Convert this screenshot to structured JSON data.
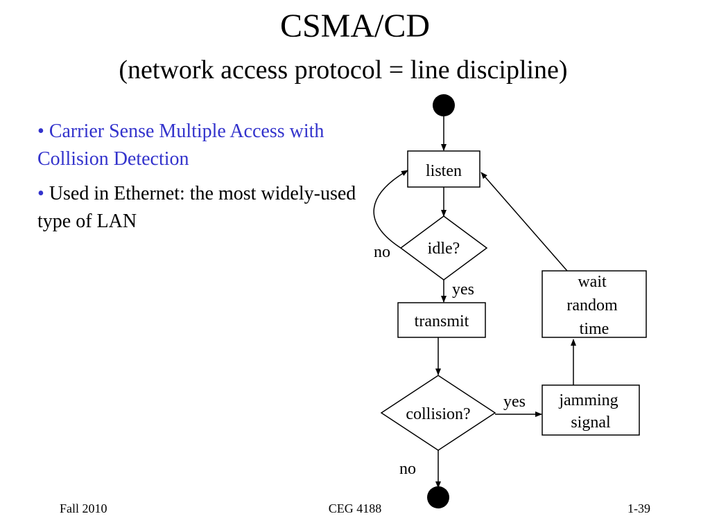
{
  "slide": {
    "title": "CSMA/CD",
    "subtitle": "(network access protocol = line discipline)"
  },
  "bullets": [
    {
      "bullet": "•",
      "text": "Carrier Sense Multiple Access with Collision Detection"
    },
    {
      "bullet": "•",
      "text": "Used in Ethernet: the most widely-used type of LAN"
    }
  ],
  "diagram": {
    "nodes": {
      "listen": "listen",
      "idle": "idle?",
      "transmit": "transmit",
      "collision": "collision?",
      "jamming_line1": "jamming",
      "jamming_line2": "signal",
      "wait_line1": "wait",
      "wait_line2": "random",
      "wait_line3": "time"
    },
    "labels": {
      "idle_no": "no",
      "idle_yes": "yes",
      "collision_yes": "yes",
      "collision_no": "no"
    }
  },
  "footer": {
    "left": "Fall 2010",
    "center": "CEG 4188",
    "right": "1-39"
  }
}
